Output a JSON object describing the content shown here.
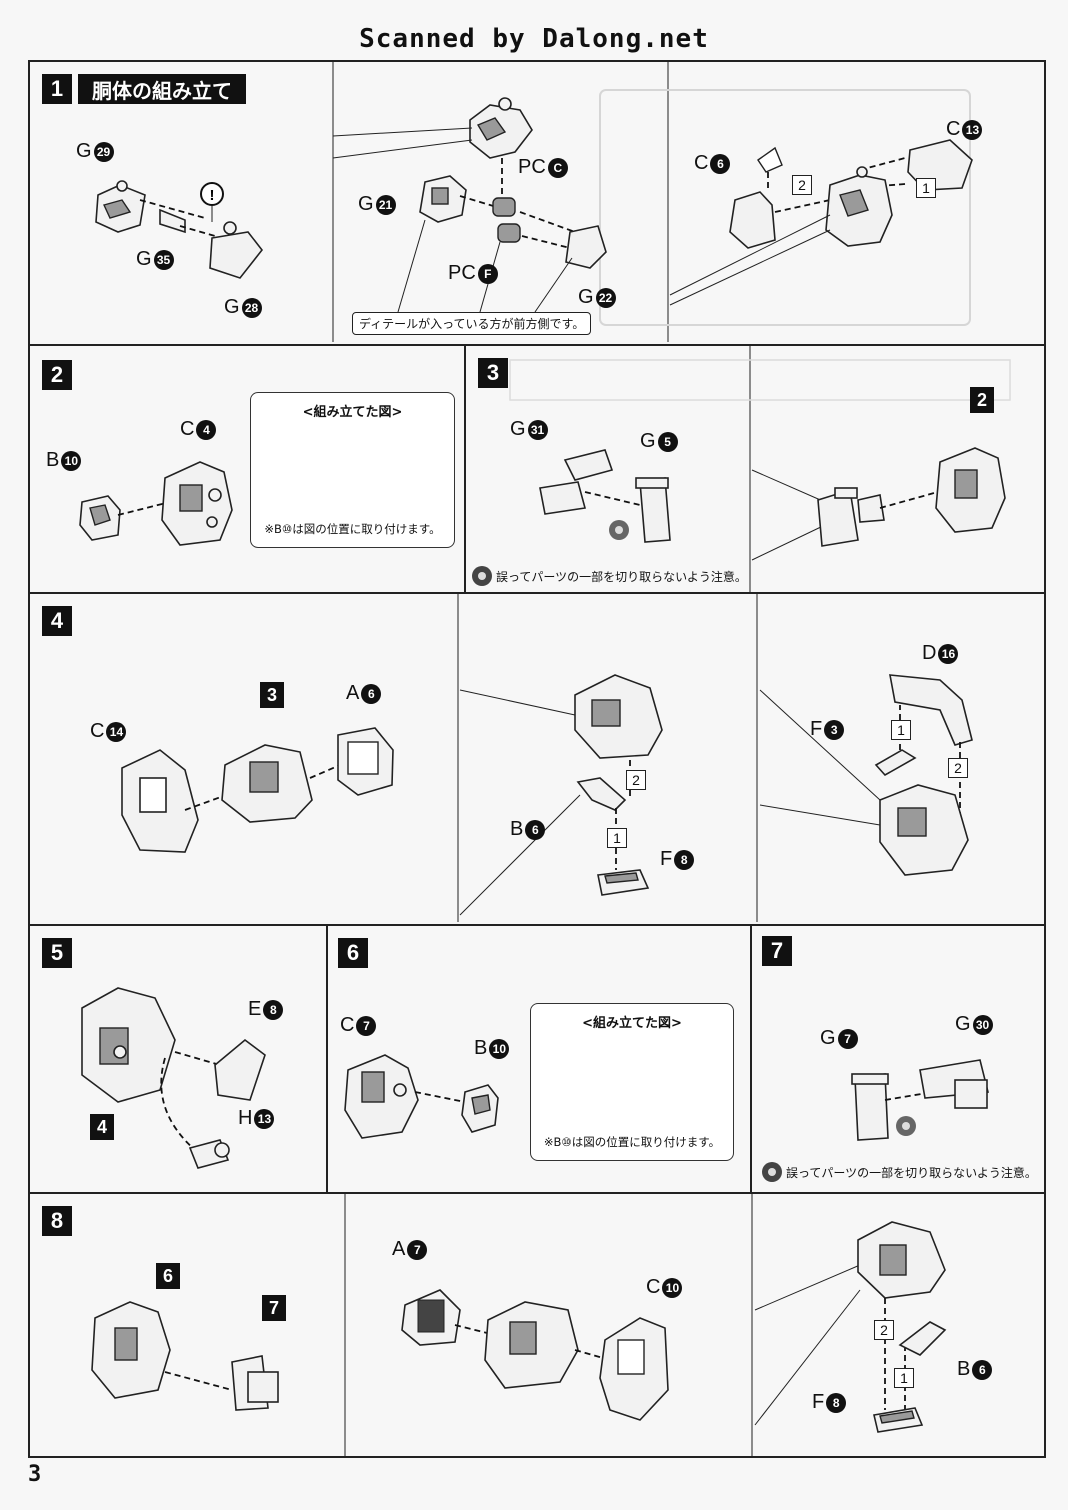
{
  "header": {
    "scanned_text": "Scanned by Dalong.net"
  },
  "page_number": "3",
  "steps": {
    "s1": {
      "num": "1",
      "title": "胴体の組み立て",
      "labels": {
        "g29": {
          "letter": "G",
          "num": "29"
        },
        "g35": {
          "letter": "G",
          "num": "35"
        },
        "g28": {
          "letter": "G",
          "num": "28"
        },
        "g21": {
          "letter": "G",
          "num": "21"
        },
        "pcc": {
          "letter": "PC",
          "num": "C"
        },
        "pcf": {
          "letter": "PC",
          "num": "F"
        },
        "g22": {
          "letter": "G",
          "num": "22"
        },
        "c6": {
          "letter": "C",
          "num": "6"
        },
        "c13": {
          "letter": "C",
          "num": "13"
        }
      },
      "note": "ディテールが入っている方が前方側です。",
      "order": [
        "2",
        "1"
      ]
    },
    "s2": {
      "num": "2",
      "labels": {
        "c4": {
          "letter": "C",
          "num": "4"
        },
        "b10": {
          "letter": "B",
          "num": "10"
        }
      },
      "assembled_title": "<組み立てた図>",
      "assembled_caption": "※B⑩は図の位置に取り付けます。"
    },
    "s3": {
      "num": "3",
      "labels": {
        "g31": {
          "letter": "G",
          "num": "31"
        },
        "g5": {
          "letter": "G",
          "num": "5"
        }
      },
      "ref": "2",
      "caution": "誤ってパーツの一部を切り取らないよう注意。"
    },
    "s4": {
      "num": "4",
      "labels": {
        "c14": {
          "letter": "C",
          "num": "14"
        },
        "a6": {
          "letter": "A",
          "num": "6"
        },
        "b6": {
          "letter": "B",
          "num": "6"
        },
        "f8": {
          "letter": "F",
          "num": "8"
        },
        "d16": {
          "letter": "D",
          "num": "16"
        },
        "f3": {
          "letter": "F",
          "num": "3"
        }
      },
      "ref": "3",
      "order_a": [
        "2",
        "1"
      ],
      "order_b": [
        "1",
        "2"
      ]
    },
    "s5": {
      "num": "5",
      "labels": {
        "e8": {
          "letter": "E",
          "num": "8"
        },
        "h13": {
          "letter": "H",
          "num": "13"
        }
      },
      "ref": "4"
    },
    "s6": {
      "num": "6",
      "labels": {
        "c7": {
          "letter": "C",
          "num": "7"
        },
        "b10": {
          "letter": "B",
          "num": "10"
        }
      },
      "assembled_title": "<組み立てた図>",
      "assembled_caption": "※B⑩は図の位置に取り付けます。"
    },
    "s7": {
      "num": "7",
      "labels": {
        "g7": {
          "letter": "G",
          "num": "7"
        },
        "g30": {
          "letter": "G",
          "num": "30"
        }
      },
      "caution": "誤ってパーツの一部を切り取らないよう注意。"
    },
    "s8": {
      "num": "8",
      "labels": {
        "a7": {
          "letter": "A",
          "num": "7"
        },
        "c10": {
          "letter": "C",
          "num": "10"
        },
        "b6": {
          "letter": "B",
          "num": "6"
        },
        "f8": {
          "letter": "F",
          "num": "8"
        }
      },
      "ref_a": "6",
      "ref_b": "7",
      "order": [
        "2",
        "1"
      ]
    }
  }
}
